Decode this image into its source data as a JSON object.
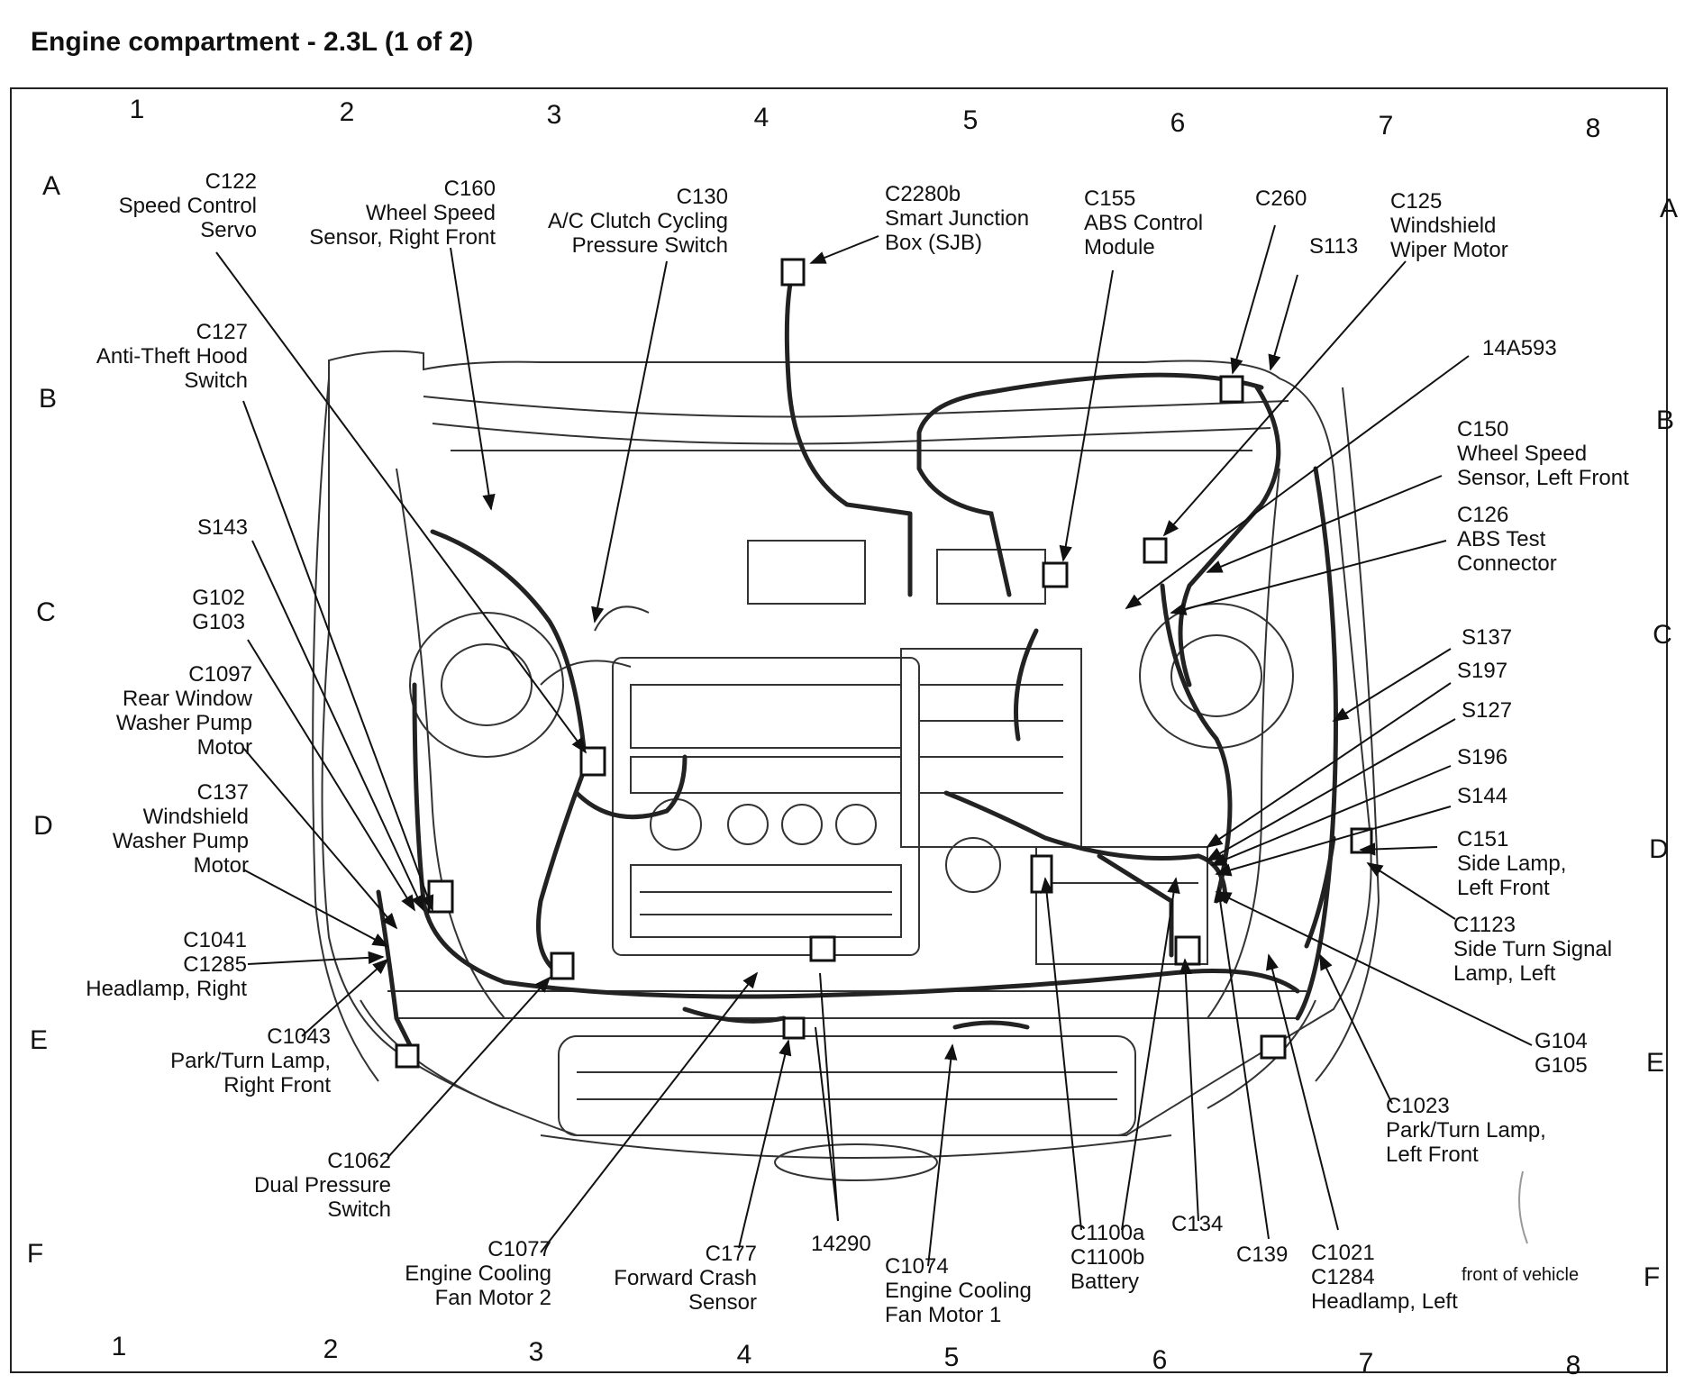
{
  "title": "Engine compartment - 2.3L (1 of 2)",
  "grid": {
    "cols_top": [
      "1",
      "2",
      "3",
      "4",
      "5",
      "6",
      "7",
      "8"
    ],
    "cols_bottom": [
      "1",
      "2",
      "3",
      "4",
      "5",
      "6",
      "7",
      "8"
    ],
    "rows_left": [
      "A",
      "B",
      "C",
      "D",
      "E",
      "F"
    ],
    "rows_right": [
      "A",
      "B",
      "C",
      "D",
      "E",
      "F"
    ]
  },
  "callouts": [
    {
      "id": "c122",
      "text": "C122\nSpeed Control\nServo"
    },
    {
      "id": "c160",
      "text": "C160\nWheel Speed\nSensor, Right Front"
    },
    {
      "id": "c130",
      "text": "C130\nA/C Clutch Cycling\nPressure Switch"
    },
    {
      "id": "c2280b",
      "text": "C2280b\nSmart Junction\nBox (SJB)"
    },
    {
      "id": "c155",
      "text": "C155\nABS Control\nModule"
    },
    {
      "id": "c260",
      "text": "C260"
    },
    {
      "id": "s113",
      "text": "S113"
    },
    {
      "id": "c125",
      "text": "C125\nWindshield\nWiper Motor"
    },
    {
      "id": "c127",
      "text": "C127\nAnti-Theft Hood\nSwitch"
    },
    {
      "id": "14a593",
      "text": "14A593"
    },
    {
      "id": "c150",
      "text": "C150\nWheel Speed\nSensor, Left Front"
    },
    {
      "id": "c126",
      "text": "C126\nABS Test\nConnector"
    },
    {
      "id": "s143",
      "text": "S143"
    },
    {
      "id": "g102",
      "text": "G102\nG103"
    },
    {
      "id": "c1097",
      "text": "C1097\nRear Window\nWasher Pump\nMotor"
    },
    {
      "id": "c137",
      "text": "C137\nWindshield\nWasher Pump\nMotor"
    },
    {
      "id": "s137",
      "text": "S137"
    },
    {
      "id": "s197",
      "text": "S197"
    },
    {
      "id": "s127",
      "text": "S127"
    },
    {
      "id": "s196",
      "text": "S196"
    },
    {
      "id": "s144",
      "text": "S144"
    },
    {
      "id": "c151",
      "text": "C151\nSide Lamp,\nLeft Front"
    },
    {
      "id": "c1123",
      "text": "C1123\nSide Turn Signal\nLamp, Left"
    },
    {
      "id": "c1041",
      "text": "C1041\nC1285\nHeadlamp, Right"
    },
    {
      "id": "c1043",
      "text": "C1043\nPark/Turn Lamp,\nRight Front"
    },
    {
      "id": "g104",
      "text": "G104\nG105"
    },
    {
      "id": "c1023",
      "text": "C1023\nPark/Turn Lamp,\nLeft Front"
    },
    {
      "id": "c1062",
      "text": "C1062\nDual Pressure\nSwitch"
    },
    {
      "id": "c1077",
      "text": "C1077\nEngine Cooling\nFan Motor 2"
    },
    {
      "id": "c177",
      "text": "C177\nForward Crash\nSensor"
    },
    {
      "id": "14290",
      "text": "14290"
    },
    {
      "id": "c1074",
      "text": "C1074\nEngine Cooling\nFan Motor 1"
    },
    {
      "id": "c1100",
      "text": "C1100a\nC1100b\nBattery"
    },
    {
      "id": "c134",
      "text": "C134"
    },
    {
      "id": "c139",
      "text": "C139"
    },
    {
      "id": "c1021",
      "text": "C1021\nC1284\nHeadlamp, Left"
    }
  ],
  "front_of_vehicle": "front of vehicle"
}
